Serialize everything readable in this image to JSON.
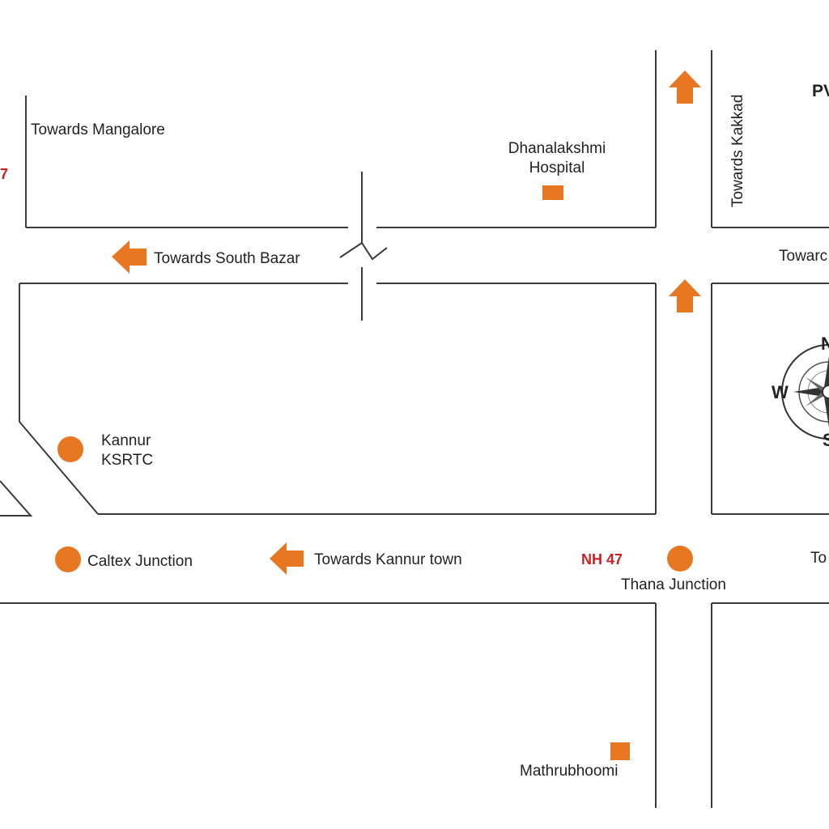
{
  "colors": {
    "marker": "#e87722",
    "road": "#3a3a3a",
    "highway_label": "#cc1f1f",
    "text": "#222222"
  },
  "labels": {
    "towards_mangalore": "Towards Mangalore",
    "nh_top_left": "7",
    "dhanalakshmi_line1": "Dhanalakshmi",
    "dhanalakshmi_line2": "Hospital",
    "towards_kakkad": "Towards Kakkad",
    "pw_top_right": "PV",
    "towards_south_bazar": "Towards South Bazar",
    "towards_right_upper": "Towarc",
    "kannur_line1": "Kannur",
    "kannur_line2": "KSRTC",
    "caltex": "Caltex Junction",
    "towards_kannur_town": "Towards Kannur town",
    "nh47": "NH 47",
    "thana": "Thana Junction",
    "towards_right_lower": "To",
    "mathrubhoomi": "Mathrubhoomi"
  },
  "compass": {
    "n": "N",
    "w": "W",
    "s": "S"
  },
  "icons": {
    "arrow_left": "arrow-left-icon",
    "arrow_up": "arrow-up-icon",
    "circle_marker": "circle-marker-icon",
    "square_marker": "square-marker-icon",
    "compass": "compass-rose-icon",
    "road_break": "road-break-icon"
  }
}
